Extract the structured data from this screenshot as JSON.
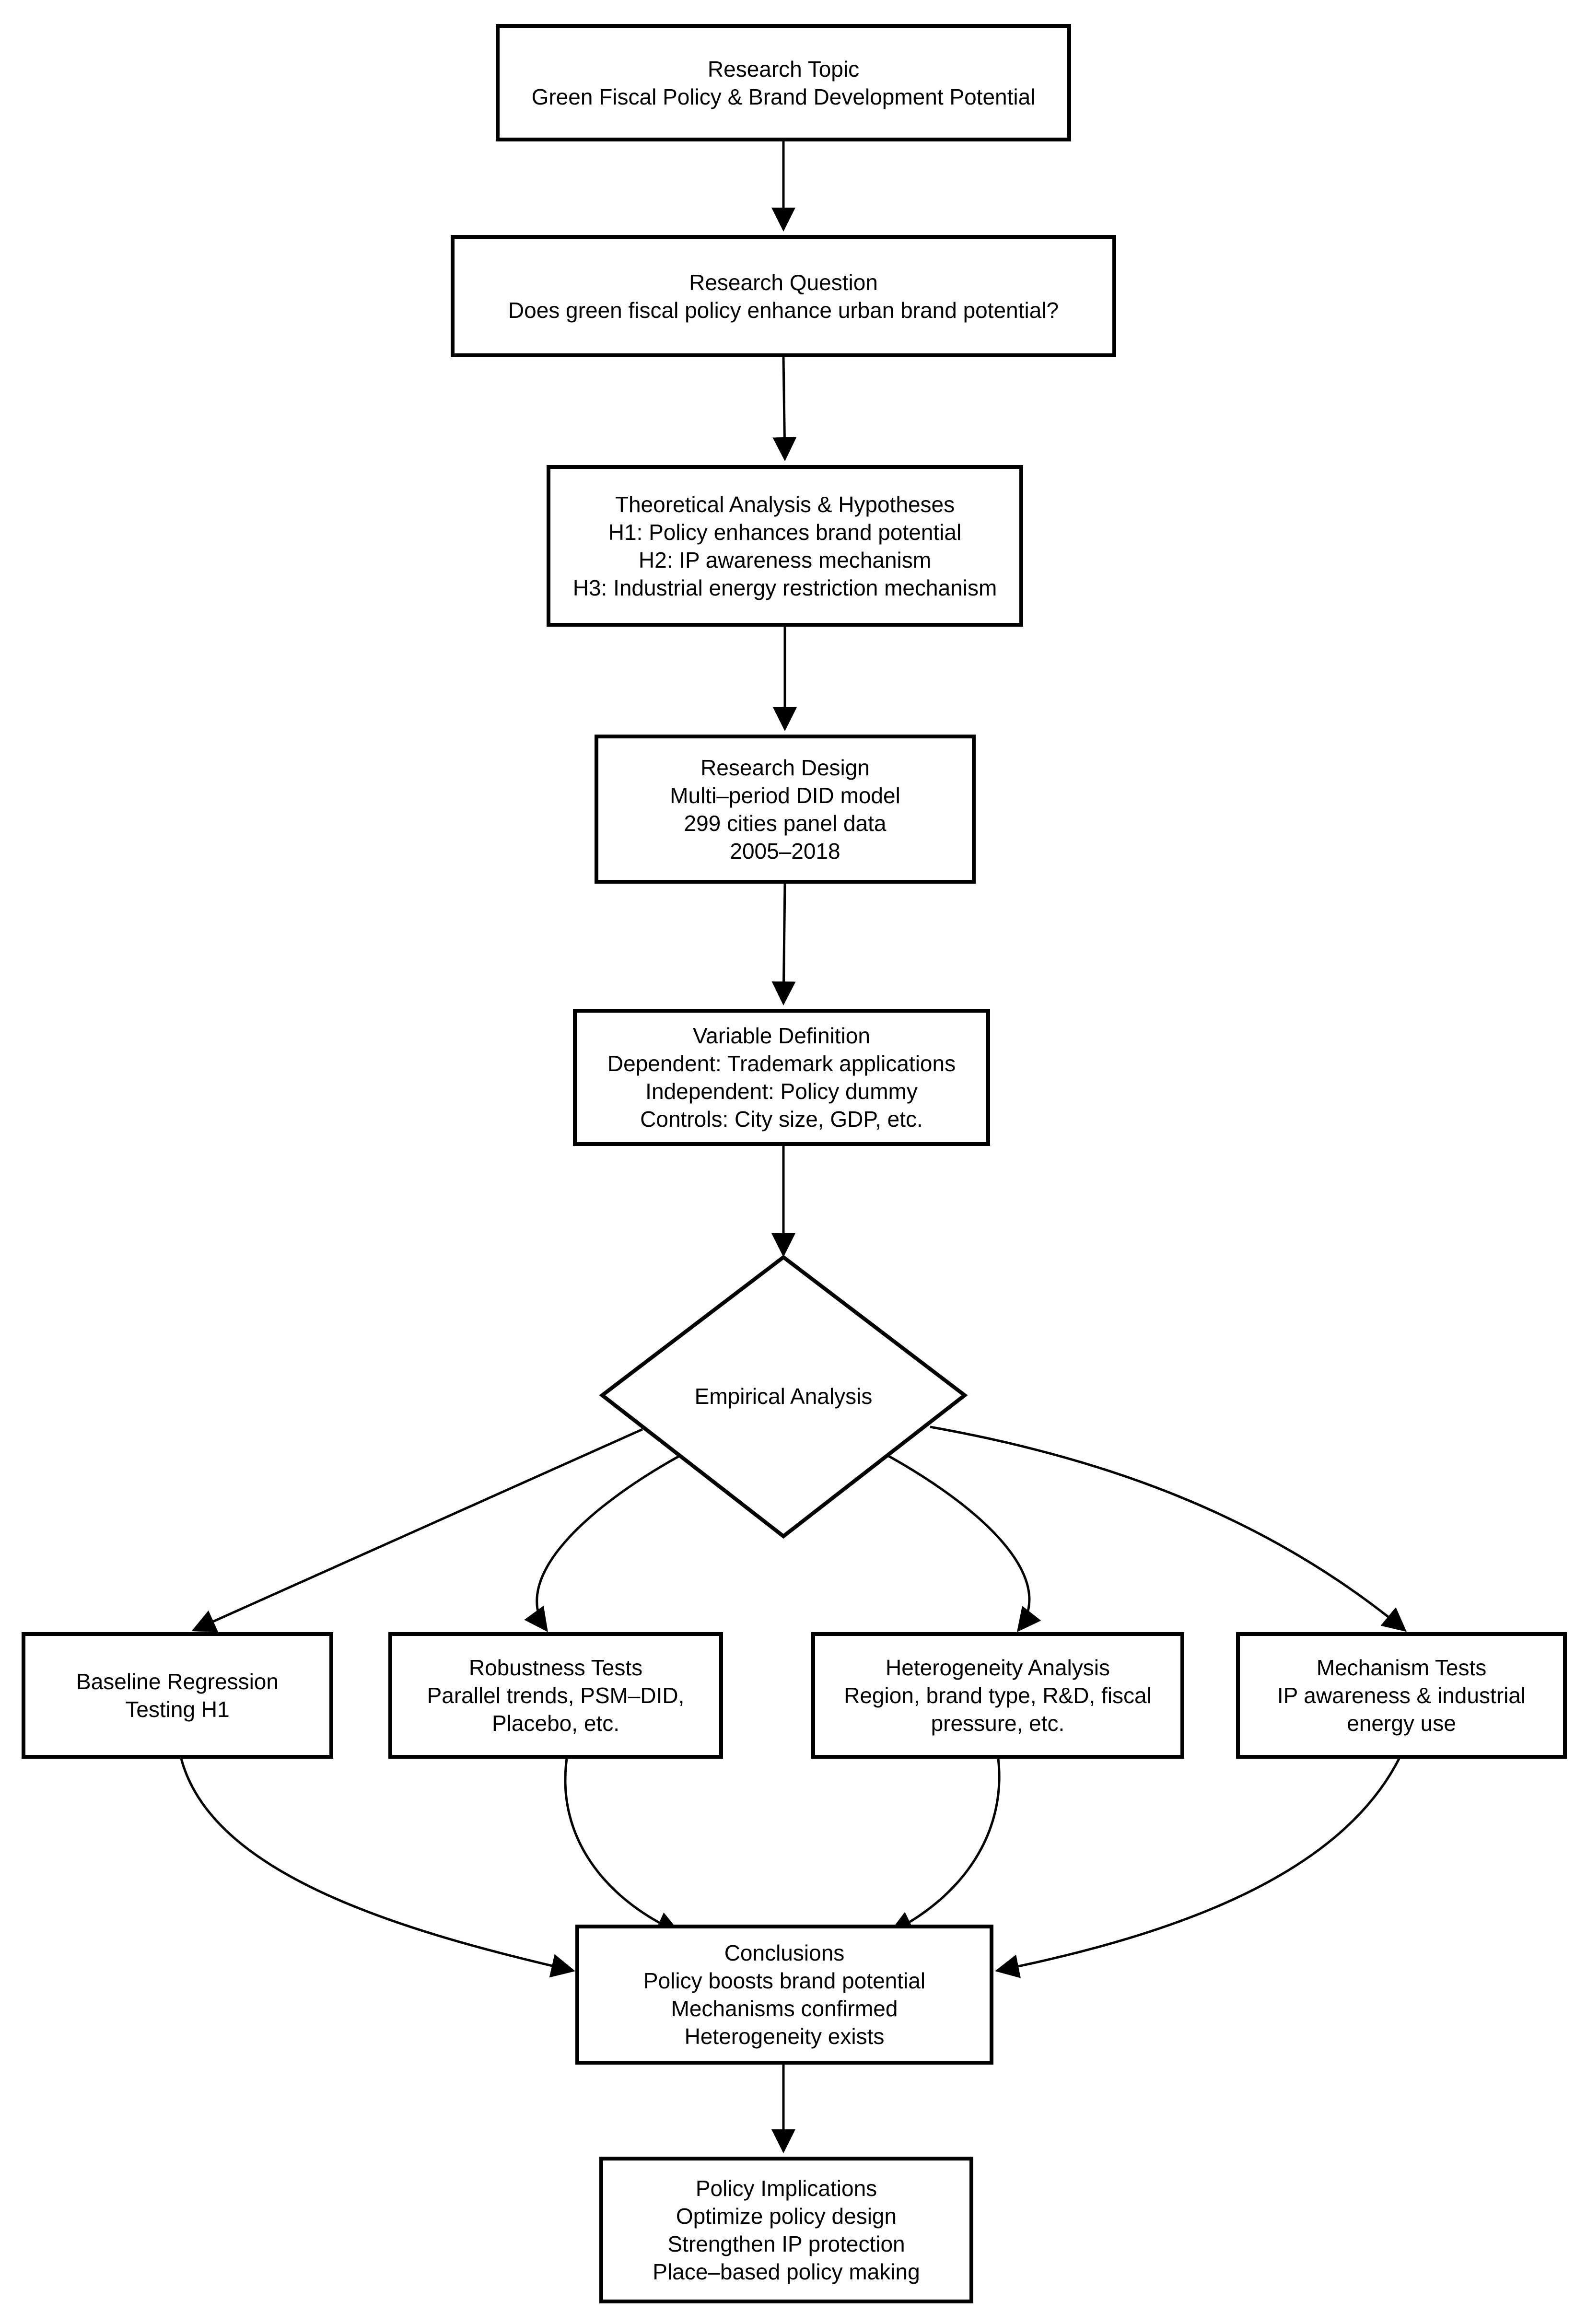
{
  "nodes": {
    "topic": {
      "title": "Research Topic",
      "lines": [
        "Green Fiscal Policy & Brand Development Potential"
      ]
    },
    "question": {
      "title": "Research Question",
      "lines": [
        "Does green fiscal policy enhance urban brand potential?"
      ]
    },
    "theory": {
      "title": "Theoretical Analysis & Hypotheses",
      "lines": [
        "H1: Policy enhances brand potential",
        "H2: IP awareness mechanism",
        "H3: Industrial energy restriction mechanism"
      ]
    },
    "design": {
      "title": "Research Design",
      "lines": [
        "Multi–period DID model",
        "299 cities panel data",
        "2005–2018"
      ]
    },
    "variables": {
      "title": "Variable Definition",
      "lines": [
        "Dependent: Trademark applications",
        "Independent: Policy dummy",
        "Controls: City size, GDP, etc."
      ]
    },
    "empirical": {
      "title": "Empirical Analysis"
    },
    "baseline": {
      "title": "Baseline Regression",
      "lines": [
        "Testing H1"
      ]
    },
    "robustness": {
      "title": "Robustness Tests",
      "lines": [
        "Parallel trends, PSM–DID,",
        "Placebo, etc."
      ]
    },
    "heterogeneity": {
      "title": "Heterogeneity Analysis",
      "lines": [
        "Region, brand type, R&D, fiscal",
        "pressure, etc."
      ]
    },
    "mechanism": {
      "title": "Mechanism Tests",
      "lines": [
        "IP awareness & industrial",
        "energy use"
      ]
    },
    "conclusions": {
      "title": "Conclusions",
      "lines": [
        "Policy boosts brand potential",
        "Mechanisms confirmed",
        "Heterogeneity exists"
      ]
    },
    "implications": {
      "title": "Policy Implications",
      "lines": [
        "Optimize policy design",
        "Strengthen IP protection",
        "Place–based policy making"
      ]
    }
  },
  "colors": {
    "stroke": "#000000",
    "fill": "#ffffff",
    "text": "#000000"
  }
}
